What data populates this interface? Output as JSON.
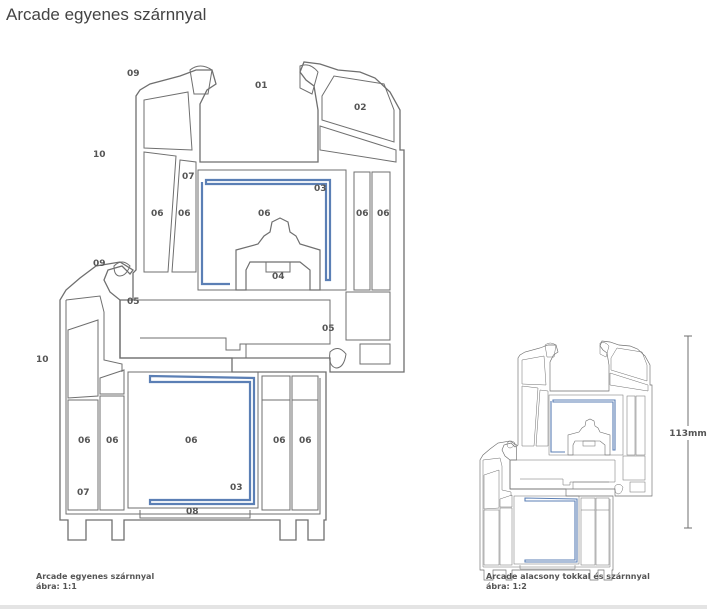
{
  "title": "Arcade egyenes szárnnyal",
  "labels": {
    "l01": "01",
    "l02": "02",
    "l03a": "03",
    "l03b": "03",
    "l04": "04",
    "l05a": "05",
    "l05b": "05",
    "l06a": "06",
    "l06b": "06",
    "l06c": "06",
    "l06d": "06",
    "l06e": "06",
    "l06f": "06",
    "l06g": "06",
    "l06h": "06",
    "l06i": "06",
    "l06j": "06",
    "l07a": "07",
    "l07b": "07",
    "l08": "08",
    "l09a": "09",
    "l09b": "09",
    "l10a": "10",
    "l10b": "10"
  },
  "dimension": "113mm",
  "captions": {
    "left_name": "Arcade egyenes szárnnyal",
    "left_scale": "ábra: 1:1",
    "right_name": "Arcade alacsony tokkal és szárnnyal",
    "right_scale": "ábra: 1:2"
  },
  "colors": {
    "outline": "#6f6f6f",
    "glazing": "#5b7fb5",
    "label": "#555555"
  }
}
